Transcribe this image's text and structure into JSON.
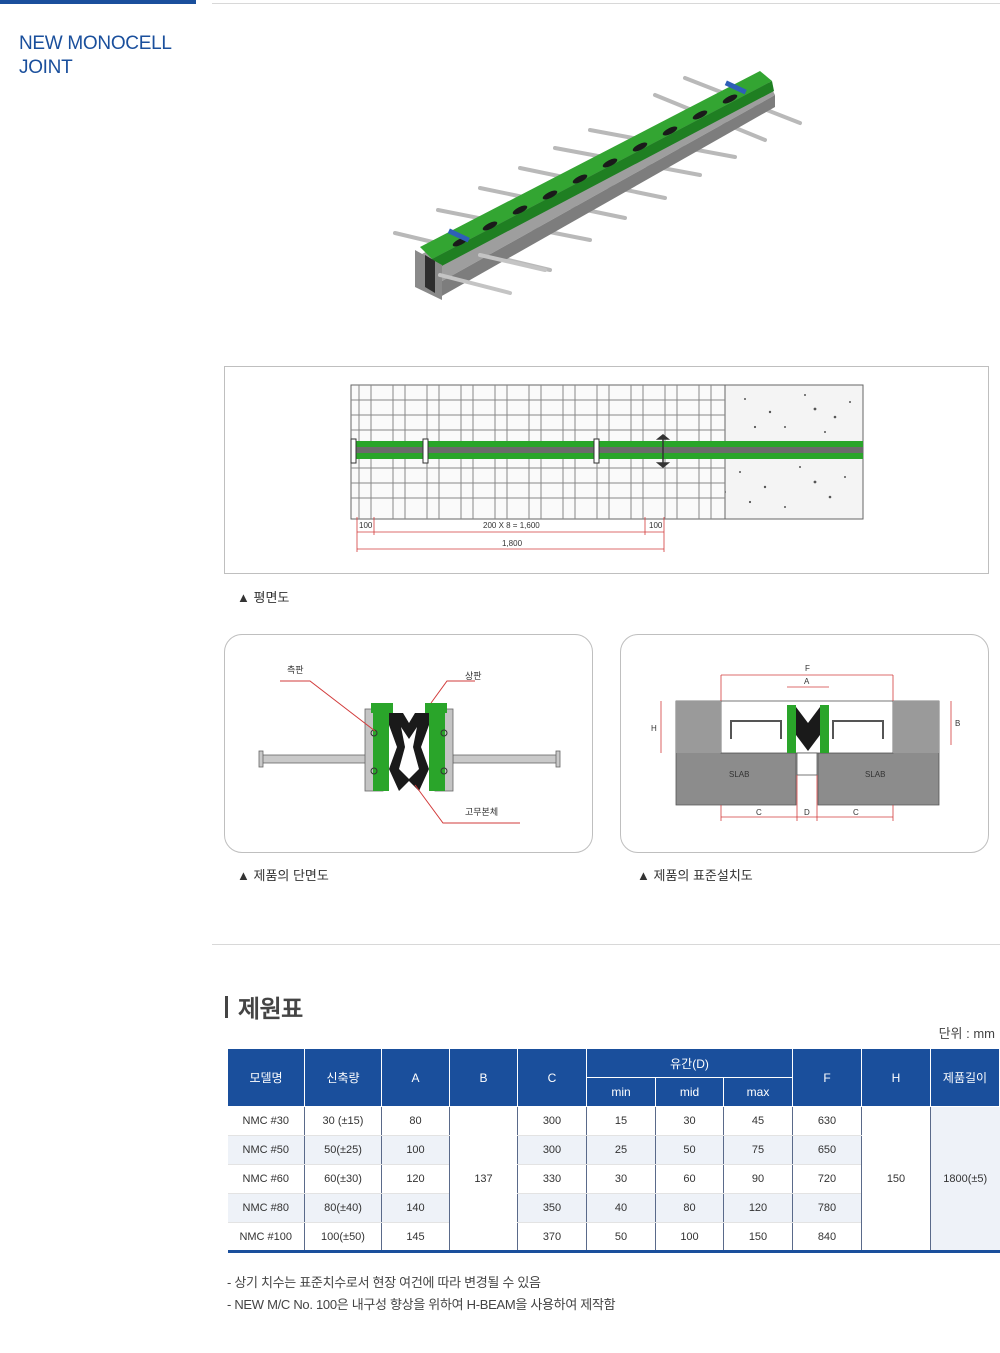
{
  "side_title": "NEW MONOCELL JOINT",
  "captions": {
    "plan": "▲ 평면도",
    "section": "▲ 제품의 단면도",
    "install": "▲ 제품의 표준설치도"
  },
  "plan_dims": {
    "left": "100",
    "middle": "200 X 8 = 1,600",
    "right": "100",
    "total": "1,800"
  },
  "section_labels": {
    "side_plate": "측판",
    "top_plate": "상판",
    "rubber_body": "고무본체"
  },
  "install_labels": {
    "f": "F",
    "a": "A",
    "h": "H",
    "b": "B",
    "slab_left": "SLAB",
    "slab_right": "SLAB",
    "c_left": "C",
    "d": "D",
    "c_right": "C"
  },
  "spec": {
    "title": "제원표",
    "unit": "단위 : mm",
    "headers": {
      "model": "모델명",
      "stretch": "신축량",
      "a": "A",
      "b": "B",
      "c": "C",
      "gap": "유간(D)",
      "min": "min",
      "mid": "mid",
      "max": "max",
      "f": "F",
      "h": "H",
      "length": "제품길이"
    },
    "rows": [
      {
        "model": "NMC #30",
        "stretch": "30 (±15)",
        "a": "80",
        "c": "300",
        "min": "15",
        "mid": "30",
        "max": "45",
        "f": "630"
      },
      {
        "model": "NMC #50",
        "stretch": "50(±25)",
        "a": "100",
        "c": "300",
        "min": "25",
        "mid": "50",
        "max": "75",
        "f": "650"
      },
      {
        "model": "NMC #60",
        "stretch": "60(±30)",
        "a": "120",
        "c": "330",
        "min": "30",
        "mid": "60",
        "max": "90",
        "f": "720"
      },
      {
        "model": "NMC #80",
        "stretch": "80(±40)",
        "a": "140",
        "c": "350",
        "min": "40",
        "mid": "80",
        "max": "120",
        "f": "780"
      },
      {
        "model": "NMC #100",
        "stretch": "100(±50)",
        "a": "145",
        "c": "370",
        "min": "50",
        "mid": "100",
        "max": "150",
        "f": "840"
      }
    ],
    "b_value": "137",
    "h_value": "150",
    "length_value": "1800(±5)"
  },
  "notes": [
    "- 상기 치수는 표준치수로서 현장 여건에 따라 변경될 수 있음",
    "- NEW M/C No. 100은 내구성 향상을 위하여 H-BEAM을 사용하여 제작함"
  ],
  "colors": {
    "brand_blue": "#1a4f9c",
    "joint_green": "#2aa52a",
    "steel_gray": "#a9a9a9"
  }
}
